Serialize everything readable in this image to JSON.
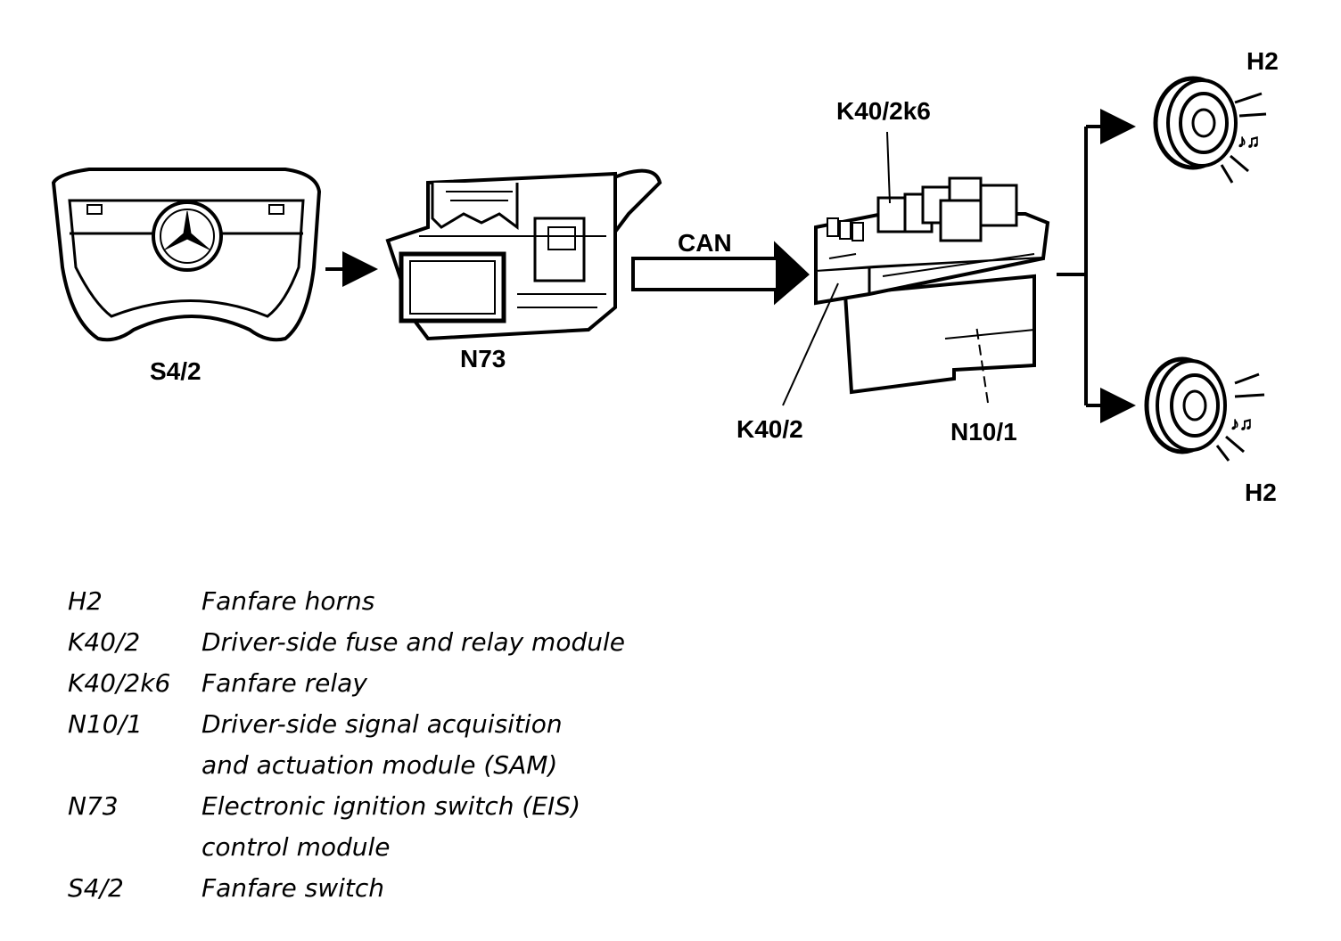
{
  "diagram": {
    "labels": {
      "s4_2": "S4/2",
      "n73": "N73",
      "can": "CAN",
      "k40_2k6": "K40/2k6",
      "k40_2": "K40/2",
      "n10_1": "N10/1",
      "h2_top": "H2",
      "h2_bottom": "H2"
    }
  },
  "legend": [
    {
      "code": "H2",
      "desc": [
        "Fanfare horns"
      ]
    },
    {
      "code": "K40/2",
      "desc": [
        "Driver-side fuse and relay module"
      ]
    },
    {
      "code": "K40/2k6",
      "desc": [
        "Fanfare relay"
      ]
    },
    {
      "code": "N10/1",
      "desc": [
        "Driver-side signal acquisition",
        "and actuation module (SAM)"
      ]
    },
    {
      "code": "N73",
      "desc": [
        "Electronic ignition switch (EIS)",
        "control module"
      ]
    },
    {
      "code": "S4/2",
      "desc": [
        "Fanfare switch"
      ]
    }
  ]
}
